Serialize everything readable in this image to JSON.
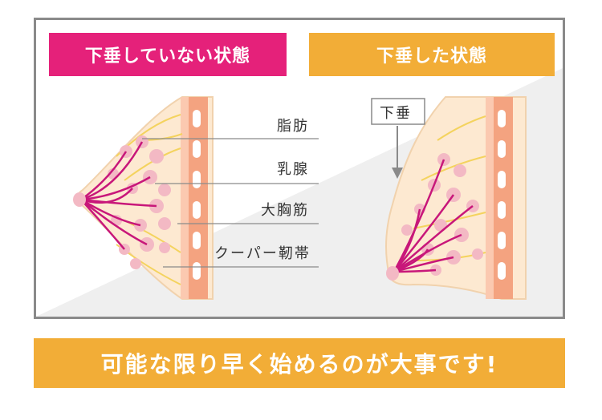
{
  "tags": {
    "normal": "下垂していない状態",
    "sagging": "下垂した状態"
  },
  "labels": {
    "fat": "脂肪",
    "mammary": "乳腺",
    "pectoral": "大胸筋",
    "cooper": "クーパー靭帯",
    "sag": "下垂"
  },
  "banner": "可能な限り早く始めるのが大事です!",
  "colors": {
    "pink": "#e5217a",
    "orange": "#f2ad37",
    "skin": "#fde9d1",
    "muscle": "#f4a380",
    "lobule": "#f3b9c4",
    "duct": "#c8177a",
    "ligament": "#f4d35e"
  }
}
